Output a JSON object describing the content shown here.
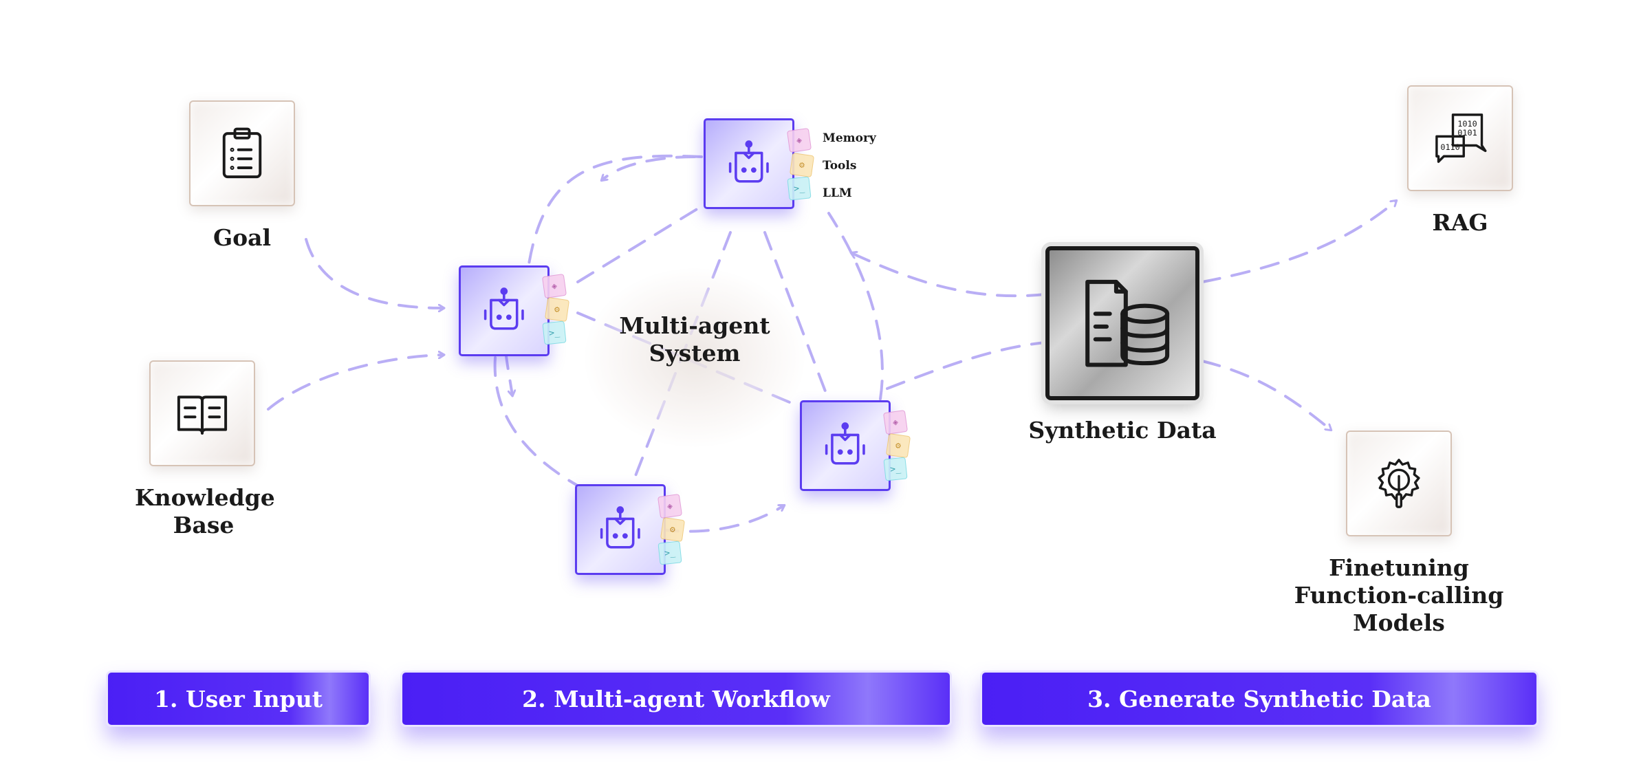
{
  "inputs": {
    "goal_label": "Goal",
    "knowledge_base_label": "Knowledge Base"
  },
  "workflow": {
    "center_label": "Multi-agent System",
    "agent_components": {
      "memory": "Memory",
      "tools": "Tools",
      "llm": "LLM"
    }
  },
  "outputs": {
    "synthetic_data_label": "Synthetic Data",
    "rag_label": "RAG",
    "finetuning_label": "Finetuning\nFunction-calling Models"
  },
  "phases": [
    {
      "label": "1. User Input"
    },
    {
      "label": "2. Multi-agent Workflow"
    },
    {
      "label": "3. Generate Synthetic Data"
    }
  ],
  "colors": {
    "accent": "#5b3cf0",
    "arrow": "#b9aef5",
    "phase_bar": "#4b1ff5"
  },
  "icons": {
    "goal": "clipboard-icon",
    "knowledge_base": "open-book-icon",
    "agent": "robot-icon",
    "synthetic_data": "document-database-icon",
    "rag": "binary-chat-icon",
    "finetuning": "gear-wrench-icon"
  }
}
